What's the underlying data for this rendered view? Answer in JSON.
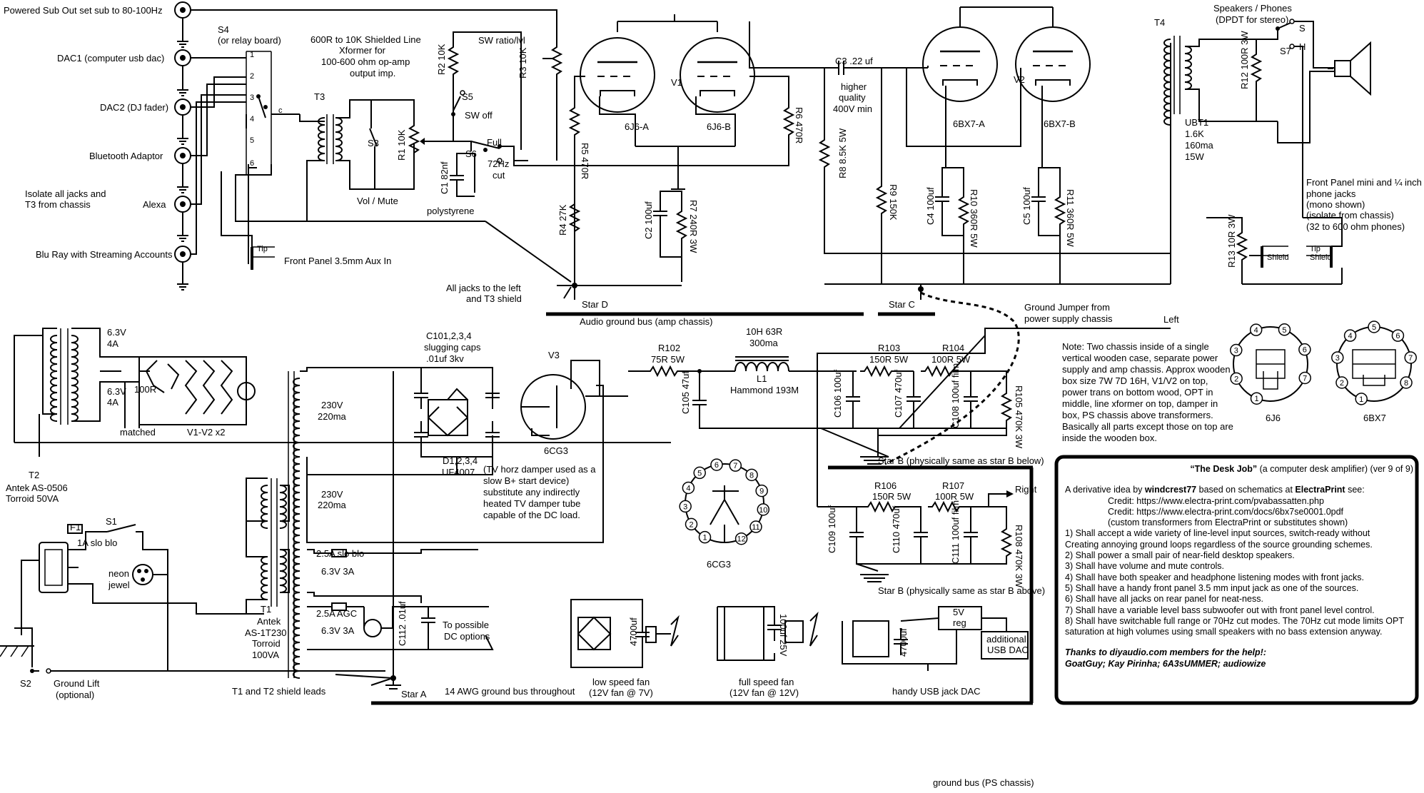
{
  "inputs": {
    "sub_out": "Powered Sub Out set sub to 80-100Hz",
    "dac1": "DAC1 (computer usb dac)",
    "dac2": "DAC2 (DJ fader)",
    "bluetooth": "Bluetooth Adaptor",
    "alexa": "Alexa",
    "bluray": "Blu Ray with Streaming Accounts",
    "isolate1": "Isolate all jacks and",
    "isolate2": "T3 from chassis",
    "aux": "Front Panel 3.5mm Aux In",
    "all_jacks1": "All jacks to the left",
    "all_jacks2": "and T3 shield"
  },
  "switch_labels": {
    "s4": "S4",
    "s4_sub": "(or relay board)",
    "pins": [
      "1",
      "2",
      "3",
      "4",
      "5",
      "6"
    ],
    "pin_c": "c",
    "t3": "T3",
    "t3_desc": [
      "600R to 10K Shielded Line",
      "Xformer for",
      "100-600 ohm op-amp",
      "output imp."
    ],
    "s3": "S3",
    "r1": "R1 10K",
    "vol_mute": "Vol / Mute",
    "r2": "R2 10K",
    "s5": "S5",
    "sw_off": "SW off",
    "sw_ratio": "SW ratio/lvl",
    "r3": "R3 10K",
    "c1": "C1 82nf",
    "polystyrene": "polystyrene",
    "s6": "S6",
    "full": "Full",
    "cut": [
      "72Hz",
      "cut"
    ]
  },
  "amp": {
    "v1": "V1",
    "v1a": "6J6-A",
    "v1b": "6J6-B",
    "r5": "R5 470R",
    "r6": "R6 470R",
    "r4": "R4 27K",
    "c2": "C2 100uf",
    "r7": "R7 240R 3W",
    "c3": "C3 .22 uf",
    "c3_note": [
      "higher",
      "quality",
      "400V min"
    ],
    "r8": "R8 8.5K 5W",
    "r9": "R9 150K",
    "v2": "V2",
    "v2a": "6BX7-A",
    "v2b": "6BX7-B",
    "c4": "C4 100uf",
    "r10": "R10 360R 5W",
    "c5": "C5 100uf",
    "r11": "R11 360R 5W",
    "t4": "T4",
    "ubt1": [
      "UBT1",
      "1.6K",
      "160ma",
      "15W"
    ],
    "speakers": "Speakers / Phones",
    "dpdt": "(DPDT for stereo)",
    "s7": "S7",
    "s": "S",
    "h": "H",
    "r12": "R12 100R 3W",
    "r13": "R13 10R 3W",
    "front_panel": [
      "Front Panel mini and ¼ inch",
      "phone jacks",
      "(mono shown)",
      "(isolate from chassis)",
      "(32 to 600 ohm phones)"
    ],
    "tip": "Tip",
    "shield": "Shield",
    "star_d": "Star D",
    "star_c": "Star C",
    "audio_bus": "Audio ground bus (amp chassis)",
    "ground_jumper": [
      "Ground Jumper from",
      "power supply chassis"
    ],
    "left": "Left"
  },
  "power": {
    "t2": "T2",
    "t2_desc": [
      "Antek AS-0506",
      "Torroid 50VA"
    ],
    "v63a": "6.3V",
    "v4a": "4A",
    "r100": "100R",
    "matched": "matched",
    "heaters": "V1-V2 x2",
    "f1": "F1",
    "s1": "S1",
    "fuse1": "1A slo blo",
    "neon": [
      "neon",
      "jewel"
    ],
    "t1": "T1",
    "t1_desc": [
      "Antek",
      "AS-1T230",
      "Torroid",
      "100VA"
    ],
    "s2": "S2",
    "ground_lift": [
      "Ground Lift",
      "(optional)"
    ],
    "t1t2_shield": "T1 and T2 shield leads",
    "star_a": "Star A",
    "awg": "14 AWG ground bus throughout",
    "v230": "230V",
    "ma220": "220ma",
    "fuse25": "2.5A slo blo",
    "v63_3a": "6.3V 3A",
    "agc": "2.5A AGC",
    "c112": "C112 .01uf",
    "dc_options": [
      "To possible",
      "DC options"
    ],
    "c101": [
      "C101,2,3,4",
      "slugging caps",
      ".01uf 3kv"
    ],
    "d1": [
      "D1,2,3,4",
      "UF4007"
    ],
    "v3": "V3",
    "v3_type": "6CG3",
    "damper": [
      "(TV horz damper used as a",
      "slow B+ start device)",
      "substitute any indirectly",
      "heated TV damper tube",
      "capable of the DC load."
    ],
    "r102": [
      "R102",
      "75R 5W"
    ],
    "l1": [
      "10H 63R",
      "300ma"
    ],
    "l1_name": [
      "L1",
      "Hammond 193M"
    ],
    "c105": "C105 47uf",
    "r103": [
      "R103",
      "150R 5W"
    ],
    "r104": [
      "R104",
      "100R 5W"
    ],
    "c106": "C106 100uf",
    "c107": "C107 470uf",
    "c108": "C108 100uf film",
    "r105": "R105 470K 3W",
    "star_b1": "Star B (physically same as star B below)",
    "r106": [
      "R106",
      "150R 5W"
    ],
    "r107": [
      "R107",
      "100R 5W"
    ],
    "right": "Right",
    "c109": "C109 100uf",
    "c110": "C110 470uf",
    "c111": "C111 100uf film",
    "r108": "R108 470K 3W",
    "star_b2": "Star B (physically same as star B above)",
    "pin_nums_6cg3": [
      "1",
      "2",
      "3",
      "4",
      "5",
      "6",
      "7",
      "8",
      "9",
      "10",
      "11",
      "12"
    ],
    "tube_6cg3": "6CG3",
    "pin_nums_6j6": [
      "1",
      "2",
      "3",
      "4",
      "5",
      "6",
      "7"
    ],
    "tube_6j6": "6J6",
    "pin_nums_6bx7": [
      "1",
      "2",
      "3",
      "4",
      "5",
      "6",
      "7",
      "8"
    ],
    "tube_6bx7": "6BX7",
    "fan_low": [
      "low speed fan",
      "(12V fan @ 7V)"
    ],
    "fan_full": [
      "full speed fan",
      "(12V fan @ 12V)"
    ],
    "usb": "handy USB jack DAC",
    "c4700": "4700uf",
    "c25v": "100uf 25V",
    "reg": [
      "5V",
      "reg"
    ],
    "usb_dac": [
      "additional",
      "USB DAC"
    ],
    "ps_bus": "ground bus (PS chassis)"
  },
  "note": [
    "Note: Two chassis inside of a single",
    "vertical wooden case, separate power",
    "supply and amp chassis. Approx wooden",
    "box size 7W 7D 16H, V1/V2 on top,",
    "power trans on bottom wood, OPT in",
    "middle, line xformer on top, damper in",
    "box, PS chassis above transformers.",
    "Basically all parts except those on top are",
    "inside the wooden box."
  ],
  "infobox": {
    "title_b": "“The Desk Job”",
    "title_r": " (a computer desk amplifier) (ver 9 of 9)",
    "intro_a": "A derivative idea by ",
    "intro_b": "windcrest77",
    "intro_c": " based on schematics at ",
    "intro_d": "ElectraPrint",
    "intro_e": " see:",
    "credit1": "Credit: https://www.electra-print.com/pvabassatten.php",
    "credit2": "Credit: https://www.electra-print.com/docs/6bx7se0001.0pdf",
    "credit3": "(custom transformers from ElectraPrint or substitutes shown)",
    "items": [
      "1) Shall accept a wide variety of line-level input sources, switch-ready without",
      "Creating annoying ground loops regardless of the source grounding schemes.",
      "2) Shall power a small pair of near-field desktop speakers.",
      "3) Shall have volume and mute controls.",
      "4) Shall have both speaker and headphone listening modes with front jacks.",
      "5) Shall have a handy front panel 3.5 mm input jack as one of the sources.",
      "6) Shall have all jacks on rear panel for neat-ness.",
      "7) Shall have a variable level bass subwoofer out with front panel level control.",
      "8) Shall have switchable full range or 70Hz cut modes. The 70Hz cut mode limits OPT",
      "saturation at high volumes using small speakers with no bass extension anyway."
    ],
    "thanks1": "Thanks to diyaudio.com members for the help!:",
    "thanks2": "GoatGuy; Kay Pirinha; 6A3sUMMER; audiowize"
  }
}
